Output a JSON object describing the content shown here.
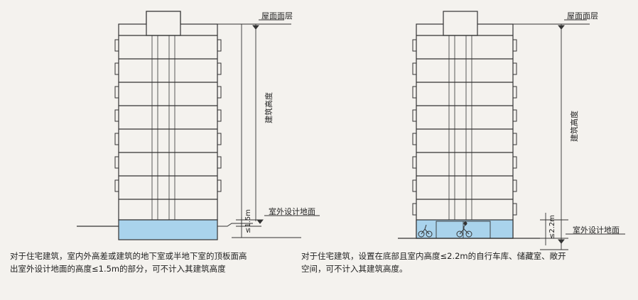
{
  "left_diagram": {
    "roof_label": "屋面面层",
    "height_label": "建筑高度",
    "ground_label": "室外设计地面",
    "dimension_label": "≤1.5m",
    "caption": "对于住宅建筑，室内外高差或建筑的地下室或半地下室的顶板面高出室外设计地面的高度≤1.5m的部分，可不计入其建筑高度"
  },
  "right_diagram": {
    "roof_label": "屋面面层",
    "height_label": "建筑高度",
    "ground_label": "室外设计地面",
    "dimension_label": "≤2.2m",
    "caption": "对于住宅建筑，设置在底部且室内高度≤2.2m的自行车库、储藏室、敞开空间，可不计入其建筑高度。"
  },
  "colors": {
    "line": "#333333",
    "basement_fill": "#a9d3ec",
    "paper": "#f4f2ee"
  }
}
